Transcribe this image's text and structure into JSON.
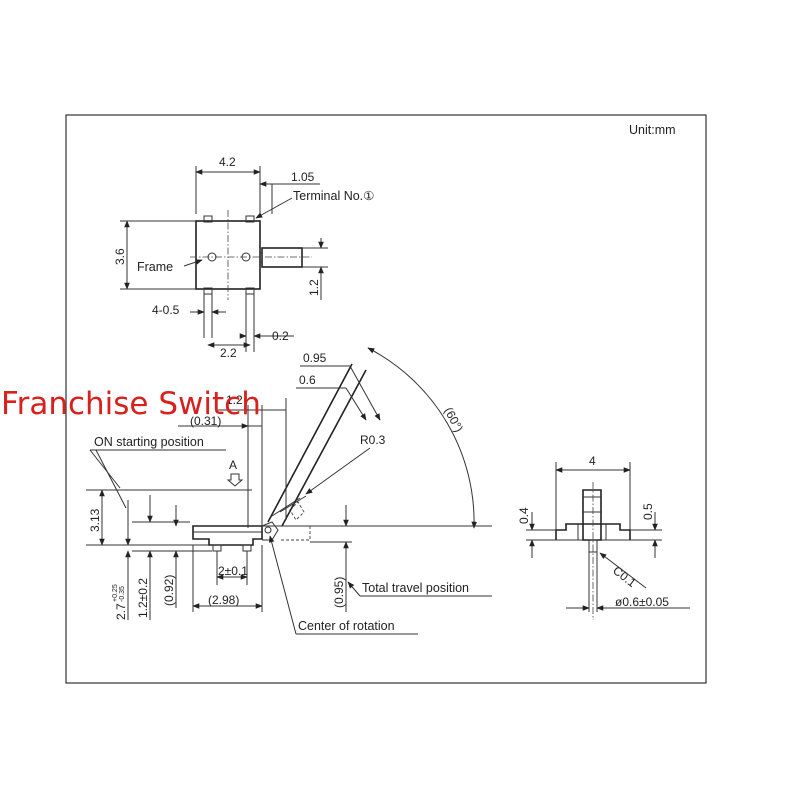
{
  "drawing": {
    "unit_label": "Unit:mm",
    "watermark": "Franchise Switch",
    "top_view": {
      "width": "4.2",
      "terminal_offset": "1.05",
      "terminal_label": "Terminal No.①",
      "height": "3.6",
      "frame_label": "Frame",
      "actuator_height": "1.2",
      "terminal_count_width": "4-0.5",
      "terminal_pitch": "2.2",
      "terminal_edge": "0.2"
    },
    "side_view": {
      "lever_width_outer": "0.95",
      "lever_width_inner": "0.6",
      "lever_angle": "(60°)",
      "radius": "R0.3",
      "ref_small": "1.2",
      "ref_031": "(0.31)",
      "on_start_label": "ON starting position",
      "marker_a": "A",
      "height_313": "3.13",
      "height_27": "2.7",
      "height_27_tol_upper": "+0.25",
      "height_27_tol_lower": "-0.35",
      "height_12": "1.2±0.2",
      "height_092": "(0.92)",
      "pitch_2": "2±0.1",
      "width_298": "(2.98)",
      "travel_095": "(0.95)",
      "total_travel_label": "Total travel position",
      "center_rotation_label": "Center of rotation"
    },
    "end_view": {
      "width": "4",
      "dim_04": "0.4",
      "dim_05": "0.5",
      "chamfer": "C0.1",
      "pin_diameter": "ø0.6±0.05"
    }
  }
}
